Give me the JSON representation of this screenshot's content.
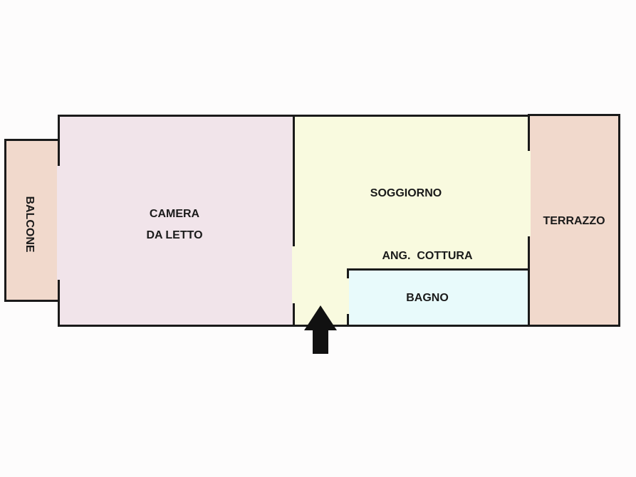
{
  "rooms": {
    "balcony": {
      "label": "BALCONE",
      "color": "#f1d9cc"
    },
    "bedroom": {
      "label_line1": "CAMERA",
      "label_line2": "DA LETTO",
      "color": "#f1e4ea"
    },
    "living": {
      "label": "SOGGIORNO",
      "color": "#f9fadf"
    },
    "kitchenette": {
      "label": "ANG.  COTTURA"
    },
    "bathroom": {
      "label": "BAGNO",
      "color": "#e8fafb"
    },
    "terrace": {
      "label": "TERRAZZO",
      "color": "#f1d9cc"
    }
  },
  "entrance": {
    "icon": "arrow-up-icon",
    "color": "#111111"
  }
}
